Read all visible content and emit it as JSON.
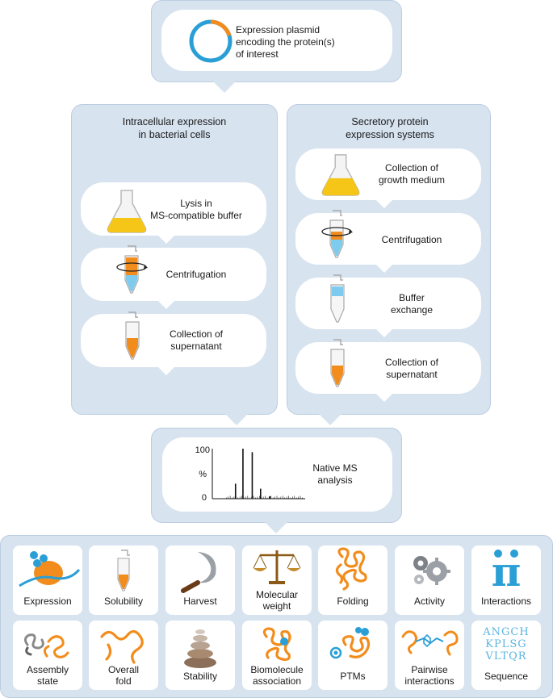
{
  "top": {
    "plasmid_text": "Expression plasmid\nencoding the protein(s)\nof interest"
  },
  "left_branch": {
    "header": "Intracellular expression\nin bacterial cells",
    "steps": [
      "Lysis in\nMS-compatible buffer",
      "Centrifugation",
      "Collection of\nsupernatant"
    ]
  },
  "right_branch": {
    "header": "Secretory protein\nexpression systems",
    "steps": [
      "Collection of\ngrowth medium",
      "Centrifugation",
      "Buffer\nexchange",
      "Collection of\nsupernatant"
    ]
  },
  "ms": {
    "label": "Native MS\nanalysis",
    "y_axis": {
      "top": "100",
      "mid": "%",
      "bottom": "0"
    }
  },
  "chart_data": {
    "type": "line",
    "title": "",
    "xlabel": "",
    "ylabel": "%",
    "ylim": [
      0,
      100
    ],
    "yticks": [
      "0",
      "100"
    ],
    "peaks": [
      {
        "x": 0.25,
        "y": 30
      },
      {
        "x": 0.33,
        "y": 100
      },
      {
        "x": 0.43,
        "y": 93
      },
      {
        "x": 0.52,
        "y": 20
      },
      {
        "x": 0.62,
        "y": 5
      }
    ]
  },
  "outputs": {
    "row1": [
      "Expression",
      "Solubility",
      "Harvest",
      "Molecular\nweight",
      "Folding",
      "Activity",
      "Interactions"
    ],
    "row2": [
      "Assembly\nstate",
      "Overall\nfold",
      "Stability",
      "Biomolecule\nassociation",
      "PTMs",
      "Pairwise\ninteractions",
      "Sequence"
    ],
    "sequence_letters": [
      "ANGCH",
      "KPLSG",
      "VLTQR"
    ],
    "pi_symbol": "π"
  },
  "colors": {
    "panel": "#d7e3ef",
    "orange": "#f28c1c",
    "blue": "#2a9fd6",
    "yellow": "#f5c518"
  }
}
